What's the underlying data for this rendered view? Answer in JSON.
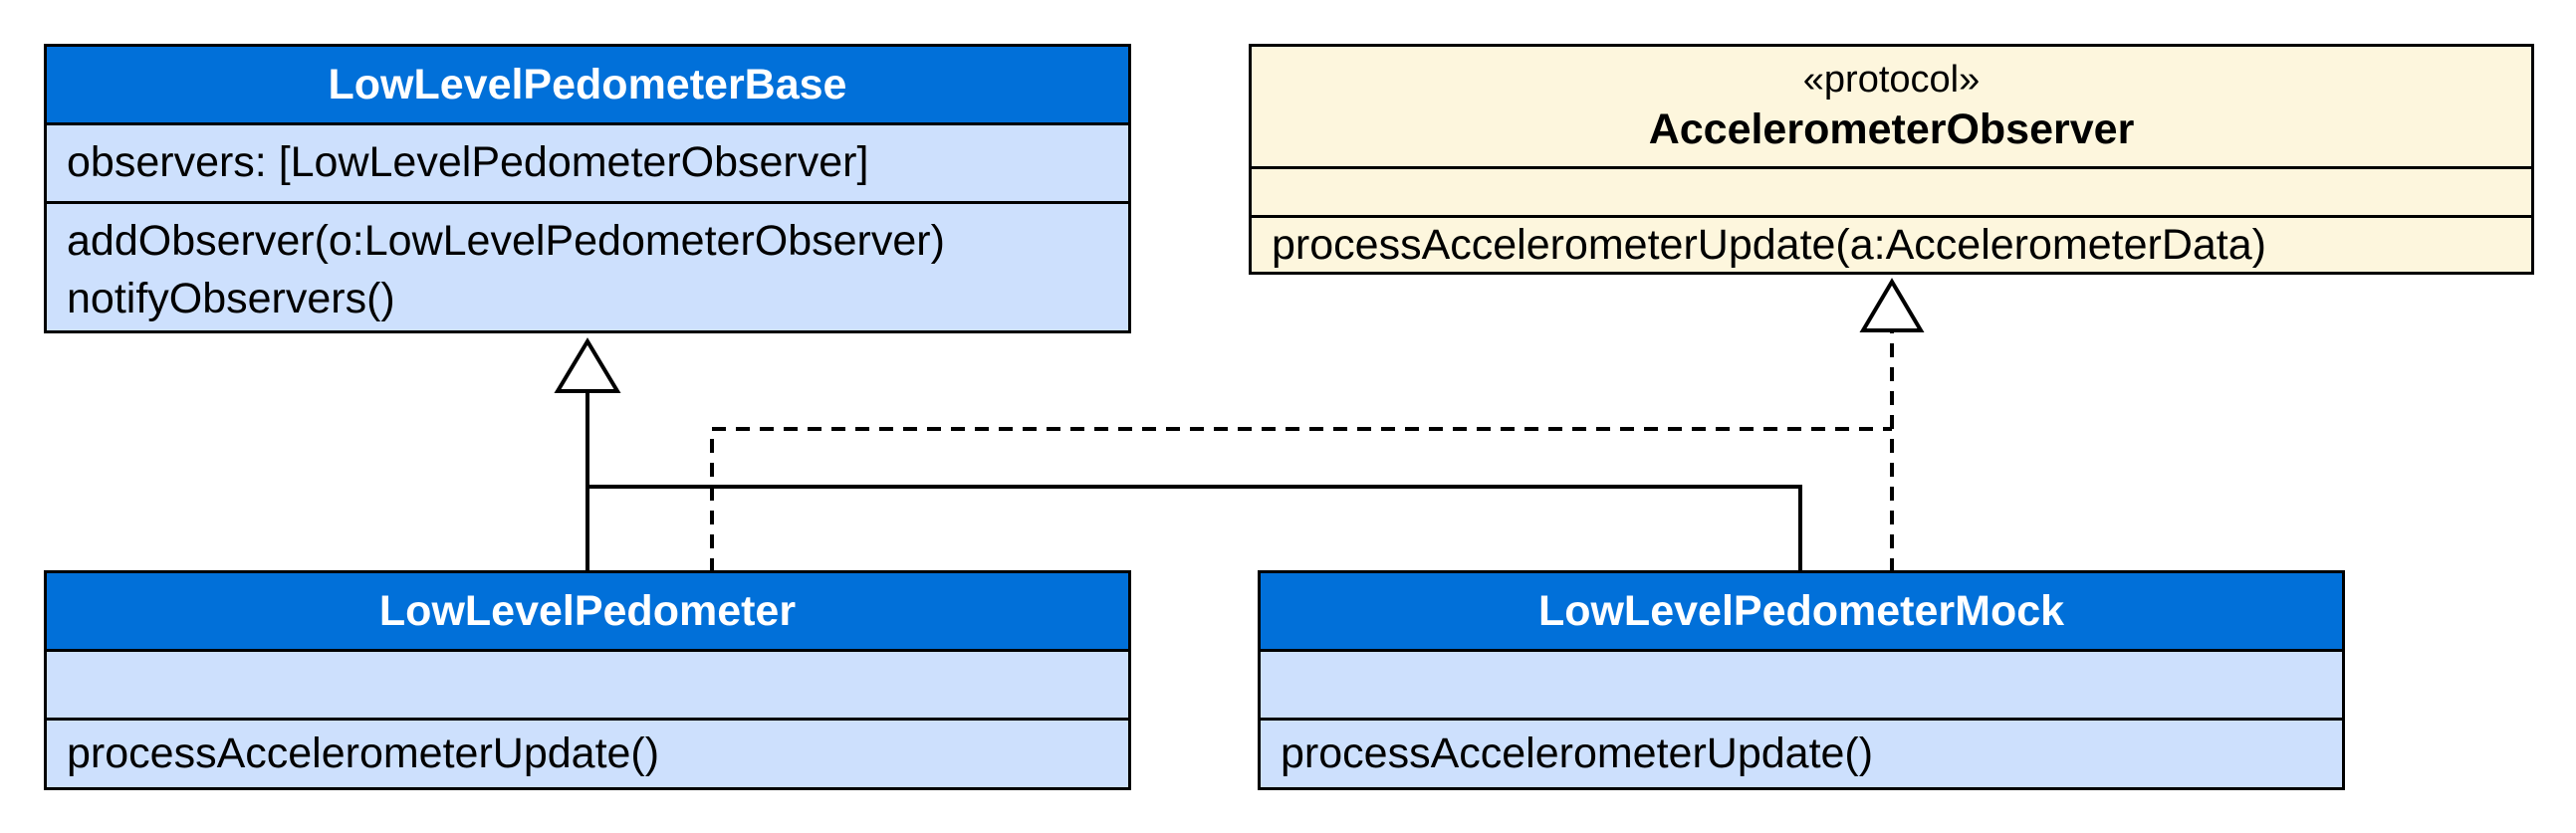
{
  "classes": {
    "base": {
      "name": "LowLevelPedometerBase",
      "attributes": [
        "observers: [LowLevelPedometerObserver]"
      ],
      "methods": [
        "addObserver(o:LowLevelPedometerObserver)",
        "notifyObservers()"
      ]
    },
    "protocol": {
      "stereotype": "«protocol»",
      "name": "AccelerometerObserver",
      "attributes": [],
      "methods": [
        "processAccelerometerUpdate(a:AccelerometerData)"
      ]
    },
    "pedometer": {
      "name": "LowLevelPedometer",
      "attributes": [],
      "methods": [
        "processAccelerometerUpdate()"
      ]
    },
    "mock": {
      "name": "LowLevelPedometerMock",
      "attributes": [],
      "methods": [
        "processAccelerometerUpdate()"
      ]
    }
  },
  "colors": {
    "class_header": "#0170d9",
    "class_body": "#cde0fd",
    "protocol_body": "#fdf6dd",
    "line": "#000000"
  }
}
